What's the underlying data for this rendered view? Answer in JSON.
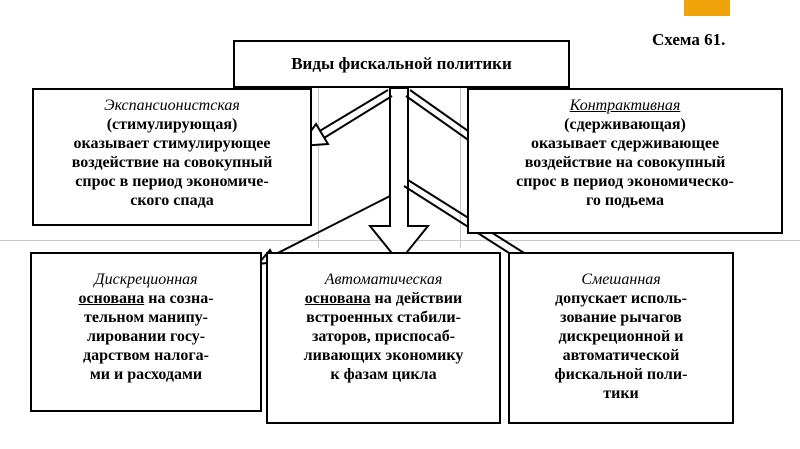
{
  "scheme_label": "Схема 61.",
  "title": "Виды фискальной политики",
  "boxes": {
    "expansionary": {
      "heading": "Экспансионистская",
      "lines": [
        "(стимулирующая)",
        "оказывает стимулирующее",
        "воздействие на совокупный",
        "спрос в период экономиче-",
        "ского спада"
      ]
    },
    "contractionary": {
      "heading": "Контрактивная",
      "lines": [
        "(сдерживающая)",
        "оказывает сдерживающее",
        "воздействие на совокупный",
        "спрос в период экономическо-",
        "го подьема"
      ]
    },
    "discretionary": {
      "heading": "Дискреционная",
      "first_word": "основана",
      "first_rest": " на созна-",
      "lines": [
        "тельном  манипу-",
        "лировании госу-",
        "дарством налога-",
        "ми и расходами"
      ]
    },
    "automatic": {
      "heading": "Автоматическая",
      "first_word": "основана",
      "first_rest": " на действии",
      "lines": [
        "встроенных стабили-",
        "заторов, приспосаб-",
        "ливающих экономику",
        "к фазам цикла"
      ]
    },
    "mixed": {
      "heading": "Смешанная",
      "lines": [
        "допускает исполь-",
        "зование рычагов",
        "дискреционной и",
        "автоматической",
        "фискальной поли-",
        "тики"
      ]
    }
  },
  "colors": {
    "accent": "#f0a30a",
    "border": "#000000"
  }
}
